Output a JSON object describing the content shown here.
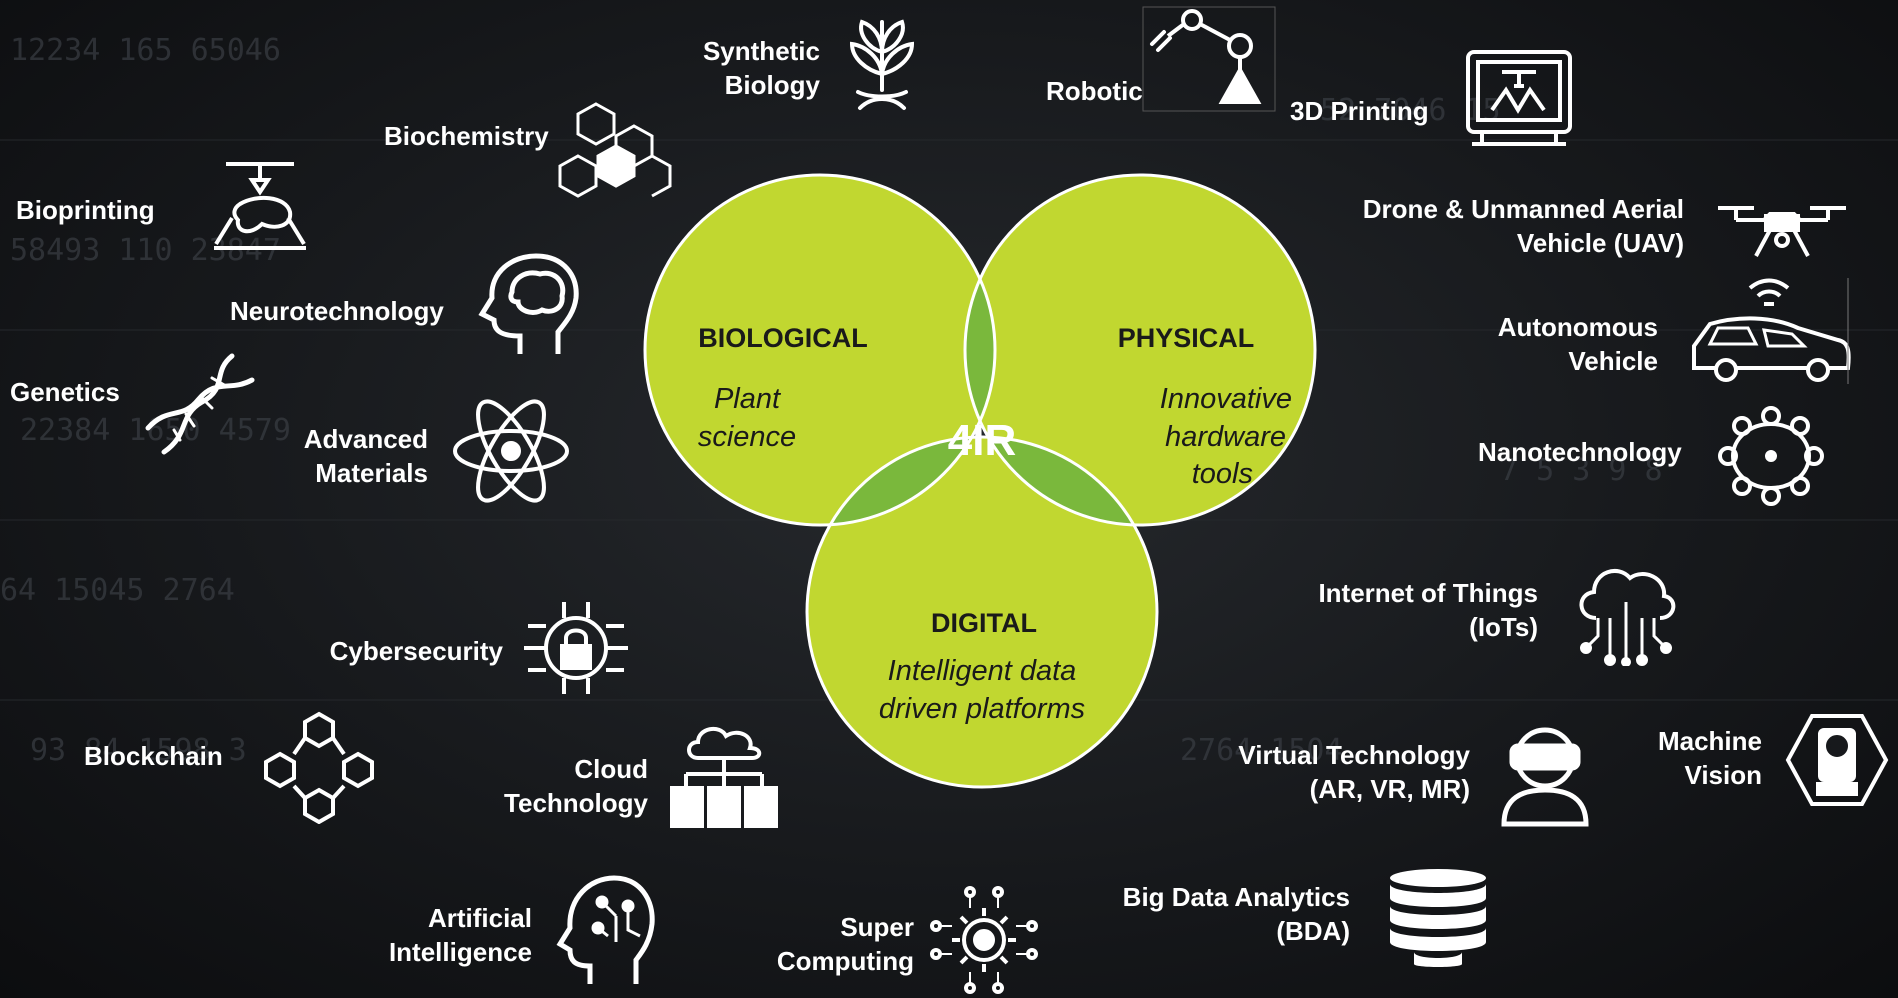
{
  "venn": {
    "center": "4IR",
    "biological": {
      "title": "BIOLOGICAL",
      "line1": "Plant",
      "line2": "science"
    },
    "physical": {
      "title": "PHYSICAL",
      "line1": "Innovative",
      "line2": "hardware",
      "line3": "tools"
    },
    "digital": {
      "title": "DIGITAL",
      "line1": "Intelligent data",
      "line2": "driven platforms"
    }
  },
  "technologies": {
    "synthetic_biology": {
      "line1": "Synthetic",
      "line2": "Biology",
      "icon": "plant-sprout-icon"
    },
    "robotic": {
      "label": "Robotic",
      "icon": "robot-arm-icon"
    },
    "printing_3d": {
      "label": "3D Printing",
      "icon": "3d-printer-icon"
    },
    "biochemistry": {
      "label": "Biochemistry",
      "icon": "hexagon-molecule-icon"
    },
    "bioprinting": {
      "label": "Bioprinting",
      "icon": "bioprinter-icon"
    },
    "neurotechnology": {
      "label": "Neurotechnology",
      "icon": "head-brain-icon"
    },
    "genetics": {
      "label": "Genetics",
      "icon": "dna-helix-icon"
    },
    "advanced_materials": {
      "line1": "Advanced",
      "line2": "Materials",
      "icon": "atom-icon"
    },
    "drone": {
      "line1": "Drone & Unmanned Aerial",
      "line2": "Vehicle (UAV)",
      "icon": "drone-icon"
    },
    "autonomous_vehicle": {
      "line1": "Autonomous",
      "line2": "Vehicle",
      "icon": "connected-car-icon"
    },
    "nanotechnology": {
      "label": "Nanotechnology",
      "icon": "nano-ring-icon"
    },
    "iot": {
      "line1": "Internet of Things",
      "line2": "(IoTs)",
      "icon": "cloud-circuit-icon"
    },
    "cybersecurity": {
      "label": "Cybersecurity",
      "icon": "padlock-chip-icon"
    },
    "blockchain": {
      "label": "Blockchain",
      "icon": "linked-cubes-icon"
    },
    "cloud_technology": {
      "line1": "Cloud",
      "line2": "Technology",
      "icon": "cloud-servers-icon"
    },
    "virtual_technology": {
      "line1": "Virtual Technology",
      "line2": "(AR, VR, MR)",
      "icon": "vr-headset-icon"
    },
    "machine_vision": {
      "line1": "Machine",
      "line2": "Vision",
      "icon": "vision-camera-icon"
    },
    "big_data": {
      "line1": "Big Data Analytics",
      "line2": "(BDA)",
      "icon": "database-stack-icon"
    },
    "artificial_intelligence": {
      "line1": "Artificial",
      "line2": "Intelligence",
      "icon": "ai-head-icon"
    },
    "super_computing": {
      "line1": "Super",
      "line2": "Computing",
      "icon": "gear-network-icon"
    }
  },
  "colors": {
    "background": "#17191c",
    "circle_fill": "#c1d730",
    "pair_overlap": "#7ab83c",
    "center_overlap": "#2e8b3c",
    "circle_stroke": "#ffffff",
    "label_text": "#ffffff"
  }
}
